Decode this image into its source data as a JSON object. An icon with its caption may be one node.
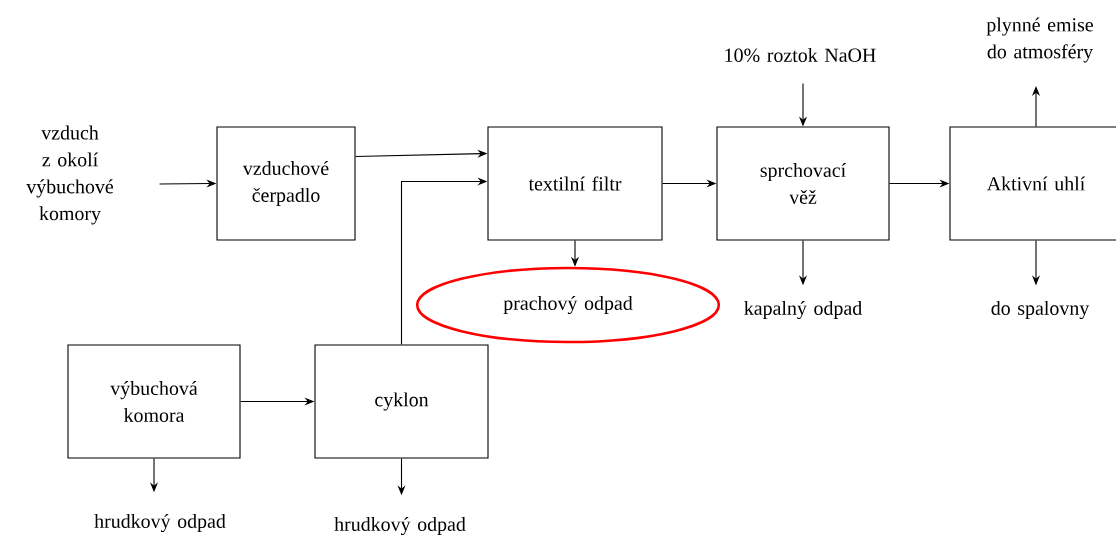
{
  "diagram": {
    "nodes": [
      {
        "text": [
          "vzduch z okolí výbuchové komory"
        ]
      },
      {
        "text": [
          "vzduchové čerpadlo"
        ]
      },
      {
        "text": [
          "textilní filtr"
        ]
      },
      {
        "text": [
          "prachový odpad"
        ]
      },
      {
        "text": [
          "sprchovací věž"
        ]
      },
      {
        "text": [
          "10% roztok NaOH"
        ]
      },
      {
        "text": [
          "kapalný odpad"
        ]
      },
      {
        "text": [
          "Aktivní uhlí"
        ]
      },
      {
        "text": [
          "plynné emise do atmosféry"
        ]
      },
      {
        "text": [
          "do spalovny"
        ]
      },
      {
        "text": [
          "výbuchová komora"
        ]
      },
      {
        "text": [
          "cyklon"
        ]
      },
      {
        "text": [
          "hrudkový odpad"
        ]
      },
      {
        "text": [
          "hrudkový odpad"
        ]
      }
    ],
    "edges": [
      {
        "from": 0,
        "to": 1,
        "arrow": "to"
      },
      {
        "from": 1,
        "to": 2,
        "arrow": "to"
      },
      {
        "from": 11,
        "to": 2,
        "arrow": "to"
      },
      {
        "from": 2,
        "to": 3,
        "arrow": "to"
      },
      {
        "from": 2,
        "to": 4,
        "arrow": "to"
      },
      {
        "from": 5,
        "to": 4,
        "arrow": "to"
      },
      {
        "from": 4,
        "to": 6,
        "arrow": "to"
      },
      {
        "from": 4,
        "to": 7,
        "arrow": "to"
      },
      {
        "from": 7,
        "to": 8,
        "arrow": "to"
      },
      {
        "from": 7,
        "to": 9,
        "arrow": "to"
      },
      {
        "from": 10,
        "to": 11,
        "arrow": "to"
      },
      {
        "from": 10,
        "to": 12,
        "arrow": "to"
      },
      {
        "from": 11,
        "to": 13,
        "arrow": "to"
      }
    ]
  }
}
